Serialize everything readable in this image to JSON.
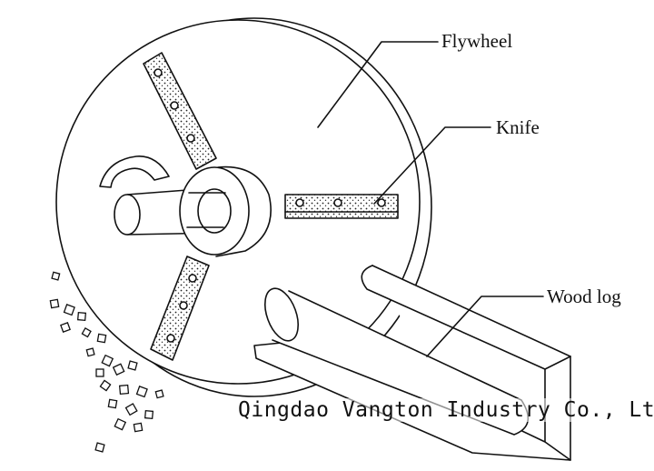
{
  "labels": {
    "flywheel": "Flywheel",
    "knife": "Knife",
    "wood_log": "Wood log"
  },
  "watermark": "Qingdao Vangton Industry Co., Ltd",
  "colors": {
    "ink": "#111111",
    "background": "#ffffff"
  }
}
